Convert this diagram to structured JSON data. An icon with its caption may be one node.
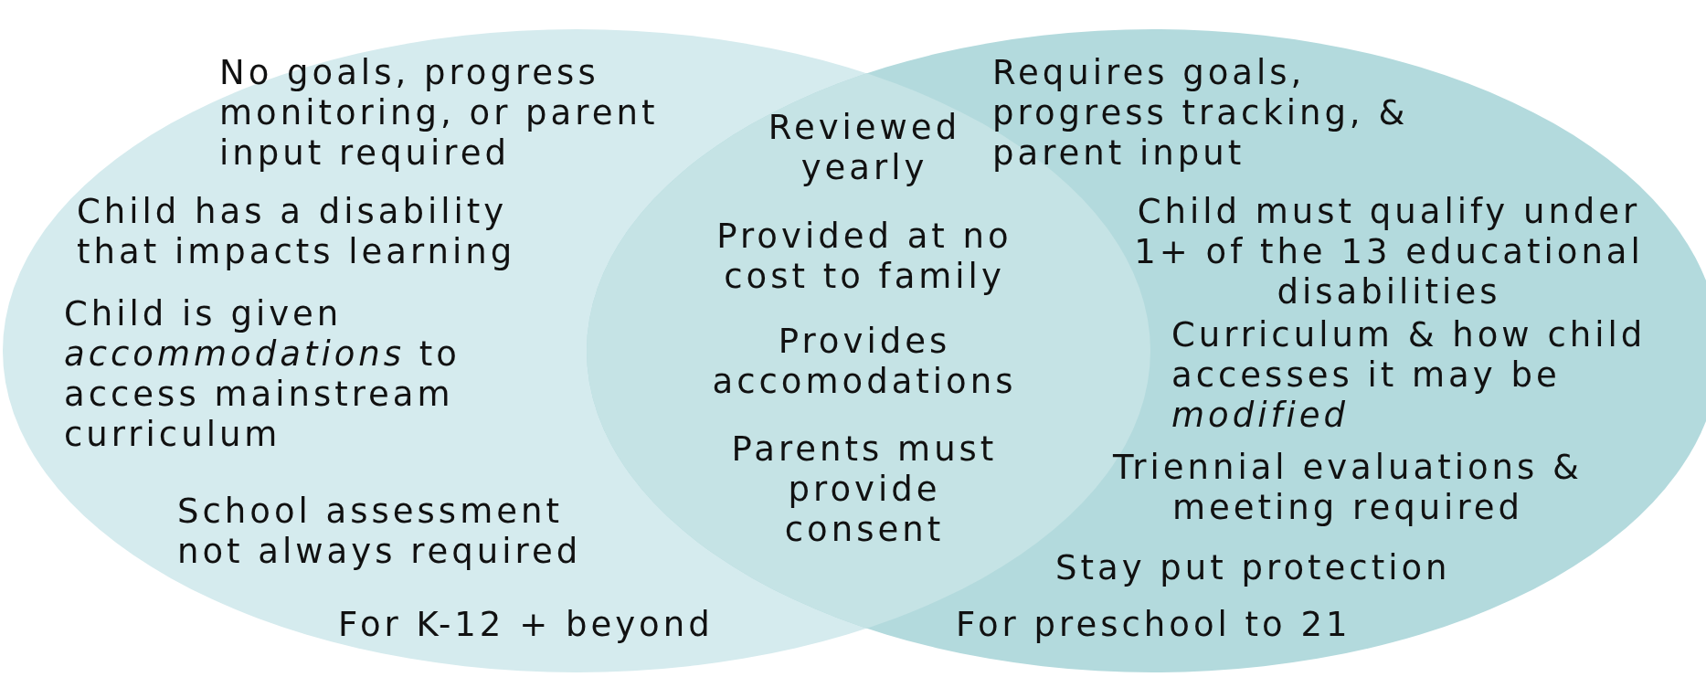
{
  "diagram": {
    "nodes": [
      {
        "text": [
          "No goals, progress monitoring, or parent input required",
          "Child has a disability that impacts learning",
          "Child is given *accommodations* to access mainstream curriculum",
          "School assessment not always required",
          "For K-12 + beyond"
        ]
      },
      {
        "text": [
          "Requires goals, progress tracking, & parent input",
          "Child must qualify under 1+ of the 13 educational disabilities",
          "Curriculum & how child accesses it may be *modified*",
          "Triennial evaluations & meeting required",
          "Stay put protection",
          "For preschool to 21"
        ]
      }
    ],
    "labels": [
      "Reviewed yearly",
      "Provided at no cost to family",
      "Provides accomodations",
      "Parents must provide consent"
    ]
  }
}
